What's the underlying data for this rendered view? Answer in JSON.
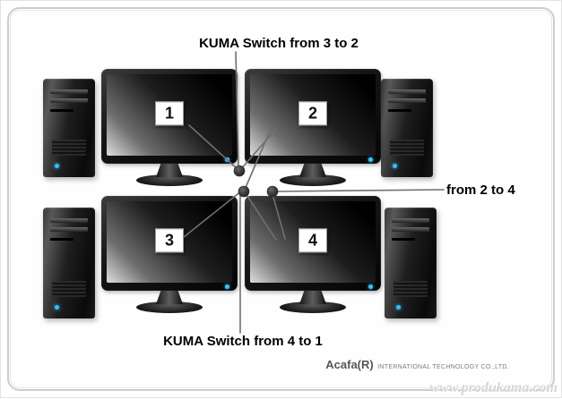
{
  "annotations": {
    "top": "KUMA Switch from 3 to 2",
    "right": "from 2 to 4",
    "bottom": "KUMA Switch from 4 to 1"
  },
  "monitors": [
    {
      "label": "1"
    },
    {
      "label": "2"
    },
    {
      "label": "3"
    },
    {
      "label": "4"
    }
  ],
  "footer": {
    "brand": "Acafa(R)",
    "brand_suffix": "INTERNATIONAL TECHNOLOGY CO.,LTD.",
    "watermark": "www.produkama.com"
  },
  "icons": {
    "power_led": "blue-dot",
    "connector_node": "dark-gray-circle"
  },
  "colors": {
    "led_blue": "#35c0ff",
    "line_gray": "#6f6f6f",
    "node_gray": "#3c3c3c",
    "frame_gray": "#cdcdcd"
  }
}
